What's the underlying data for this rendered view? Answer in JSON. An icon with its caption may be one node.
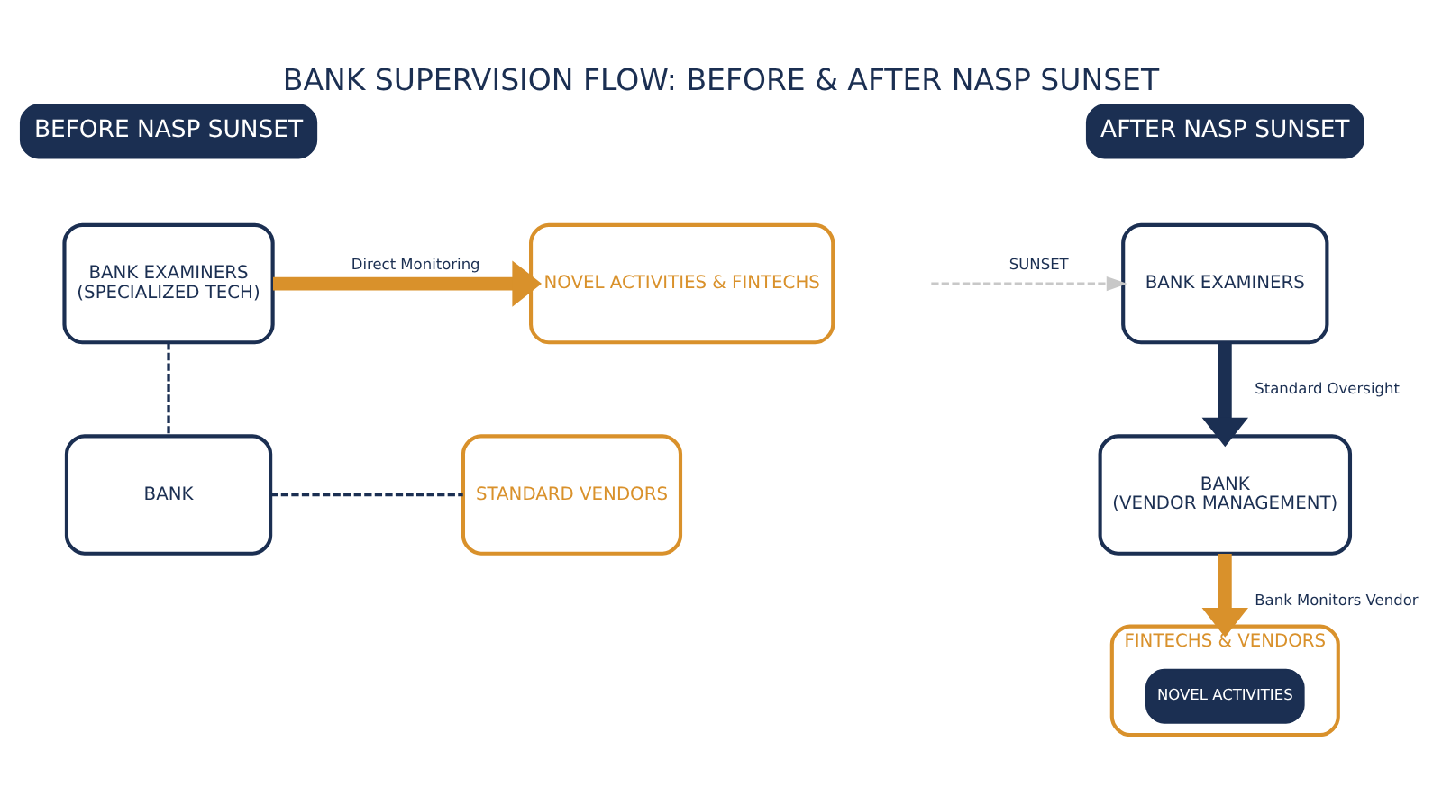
{
  "diagram": {
    "title": "BANK SUPERVISION FLOW: BEFORE & AFTER NASP SUNSET",
    "nodes": [
      {
        "text": [
          "BEFORE NASP SUNSET"
        ]
      },
      {
        "text": [
          "BANK EXAMINERS",
          "(SPECIALIZED TECH)"
        ]
      },
      {
        "text": [
          "NOVEL ACTIVITIES & FINTECHS"
        ]
      },
      {
        "text": [
          "BANK"
        ]
      },
      {
        "text": [
          "STANDARD VENDORS"
        ]
      },
      {
        "text": [
          "AFTER NASP SUNSET"
        ]
      },
      {
        "text": [
          "BANK EXAMINERS"
        ]
      },
      {
        "text": [
          "BANK",
          "(VENDOR MANAGEMENT)"
        ]
      },
      {
        "text": [
          "FINTECHS & VENDORS"
        ]
      },
      {
        "text": [
          "NOVEL ACTIVITIES"
        ],
        "in": 8
      }
    ],
    "edges": [
      {
        "from": 1,
        "to": 2,
        "arrow": "to",
        "label": "Direct Monitoring",
        "style": "thick",
        "color": "#d9912b"
      },
      {
        "from": 1,
        "to": 3,
        "arrow": "none",
        "style": "dashed"
      },
      {
        "from": 3,
        "to": 4,
        "arrow": "none",
        "style": "dashed"
      },
      {
        "from": null,
        "to": 6,
        "arrow": "to",
        "label": "SUNSET",
        "style": "dashed",
        "color": "#c8c8c8"
      },
      {
        "from": 6,
        "to": 7,
        "arrow": "to",
        "label": "Standard Oversight",
        "style": "thick"
      },
      {
        "from": 7,
        "to": 8,
        "arrow": "to",
        "label": "Bank Monitors Vendor",
        "style": "thick",
        "color": "#d9912b"
      }
    ]
  }
}
